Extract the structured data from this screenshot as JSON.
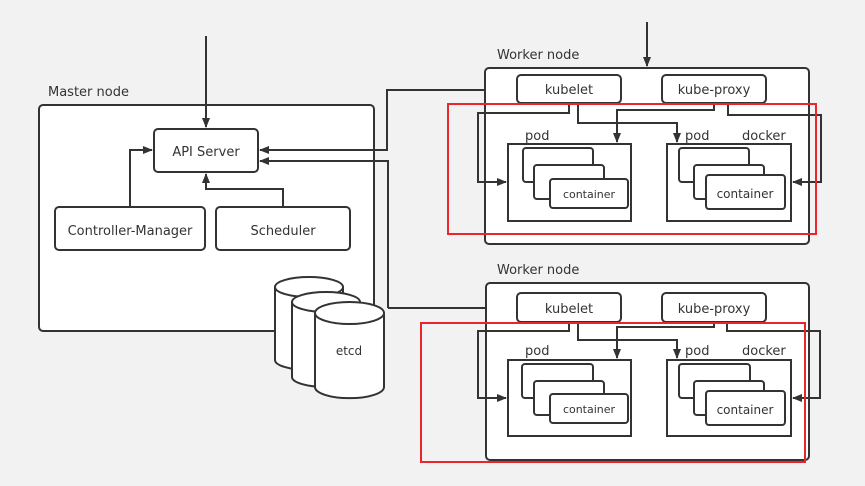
{
  "master": {
    "title": "Master node",
    "api_server": "API Server",
    "controller_manager": "Controller-Manager",
    "scheduler": "Scheduler",
    "etcd": "etcd"
  },
  "workers": [
    {
      "title": "Worker node",
      "kubelet": "kubelet",
      "kube_proxy": "kube-proxy",
      "pod_left": "pod",
      "pod_right": "pod",
      "docker": "docker",
      "container_left": "container",
      "container_right": "container"
    },
    {
      "title": "Worker node",
      "kubelet": "kubelet",
      "kube_proxy": "kube-proxy",
      "pod_left": "pod",
      "pod_right": "pod",
      "docker": "docker",
      "container_left": "container",
      "container_right": "container"
    }
  ],
  "colors": {
    "background": "#f2f2f2",
    "stroke": "#333333",
    "highlight": "#e8262b"
  }
}
